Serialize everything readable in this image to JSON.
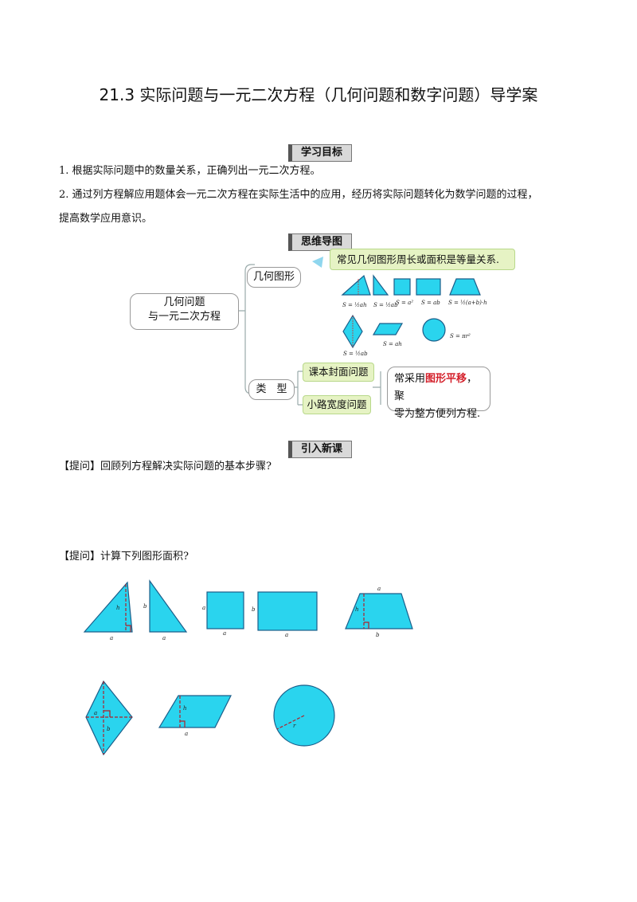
{
  "title": "21.3  实际问题与一元二次方程（几何问题和数字问题）导学案",
  "sections": {
    "goals": "学习目标",
    "mindmap": "思维导图",
    "intro": "引入新课"
  },
  "goals": [
    "1. 根据实际问题中的数量关系，正确列出一元二次方程。",
    "2. 通过列方程解应用题体会一元二次方程在实际生活中的应用，经历将实际问题转化为数学问题的过程，",
    "提高数学应用意识。"
  ],
  "mindmap": {
    "root_line1": "几何问题",
    "root_line2": "与一元二次方程",
    "branch_geometry": "几何图形",
    "branch_types": "类　型",
    "geometry_note": "常见几何图形周长或面积是等量关系.",
    "type1": "课本封面问题",
    "type2": "小路宽度问题",
    "note_prefix": "常采用",
    "note_red": "图形平移",
    "note_suffix": "，聚",
    "note_line2": "零为整方便列方程.",
    "formulas": {
      "tri": "S = ½ah",
      "rtri": "S = ½ab",
      "square": "S = a²",
      "rect": "S = ab",
      "trap": "S = ½(a+b)·h",
      "rhombus": "S = ½ab",
      "para": "S = ah",
      "circle": "S = πr²"
    }
  },
  "questions": [
    "【提问】回顾列方程解决实际问题的基本步骤?",
    "【提问】计算下列图形面积?"
  ],
  "figure_labels": {
    "h": "h",
    "a": "a",
    "b": "b",
    "r": "r"
  },
  "colors": {
    "shape_fill": "#2ad4ee",
    "note_red": "#d4202b",
    "green_box": "#e6f3c4"
  }
}
